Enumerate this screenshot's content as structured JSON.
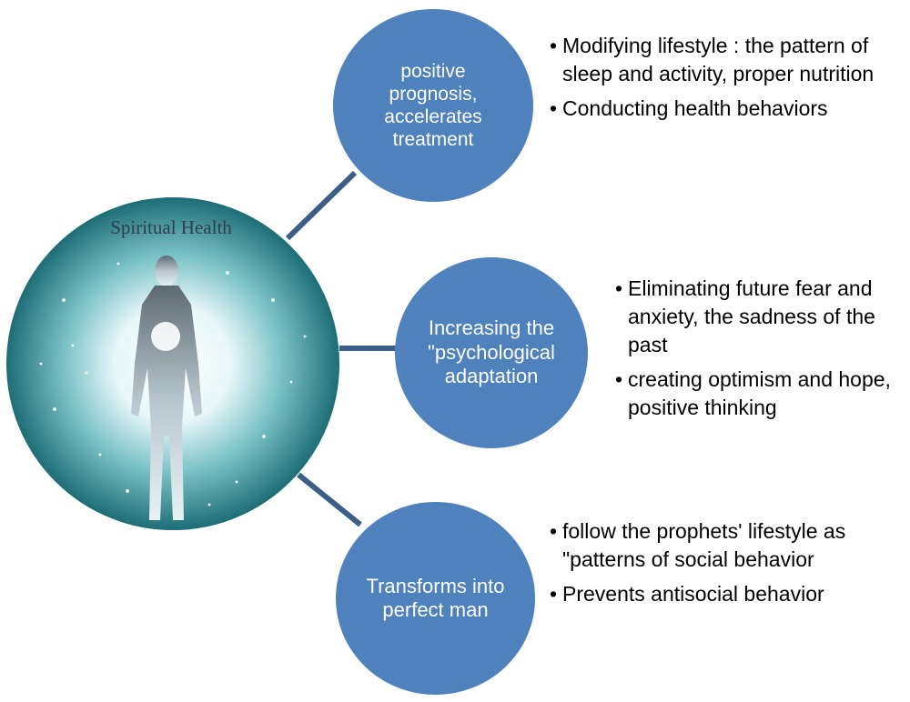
{
  "center": {
    "title": "Spiritual Health"
  },
  "branches": [
    {
      "label": "positive prognosis, accelerates treatment",
      "bullets": [
        "Modifying lifestyle : the pattern of sleep and activity, proper nutrition",
        "Conducting health behaviors"
      ]
    },
    {
      "label": "Increasing the \"psychological adaptation",
      "bullets": [
        "Eliminating future fear and anxiety, the sadness of the past",
        "creating optimism and hope, positive thinking"
      ]
    },
    {
      "label": "Transforms into perfect man",
      "bullets": [
        "follow the prophets' lifestyle as \"patterns of social behavior",
        "Prevents antisocial behavior"
      ]
    }
  ],
  "colors": {
    "node_fill": "#4f81bd",
    "connector": "#3c5f8a",
    "center_teal": "#2f8f94"
  }
}
